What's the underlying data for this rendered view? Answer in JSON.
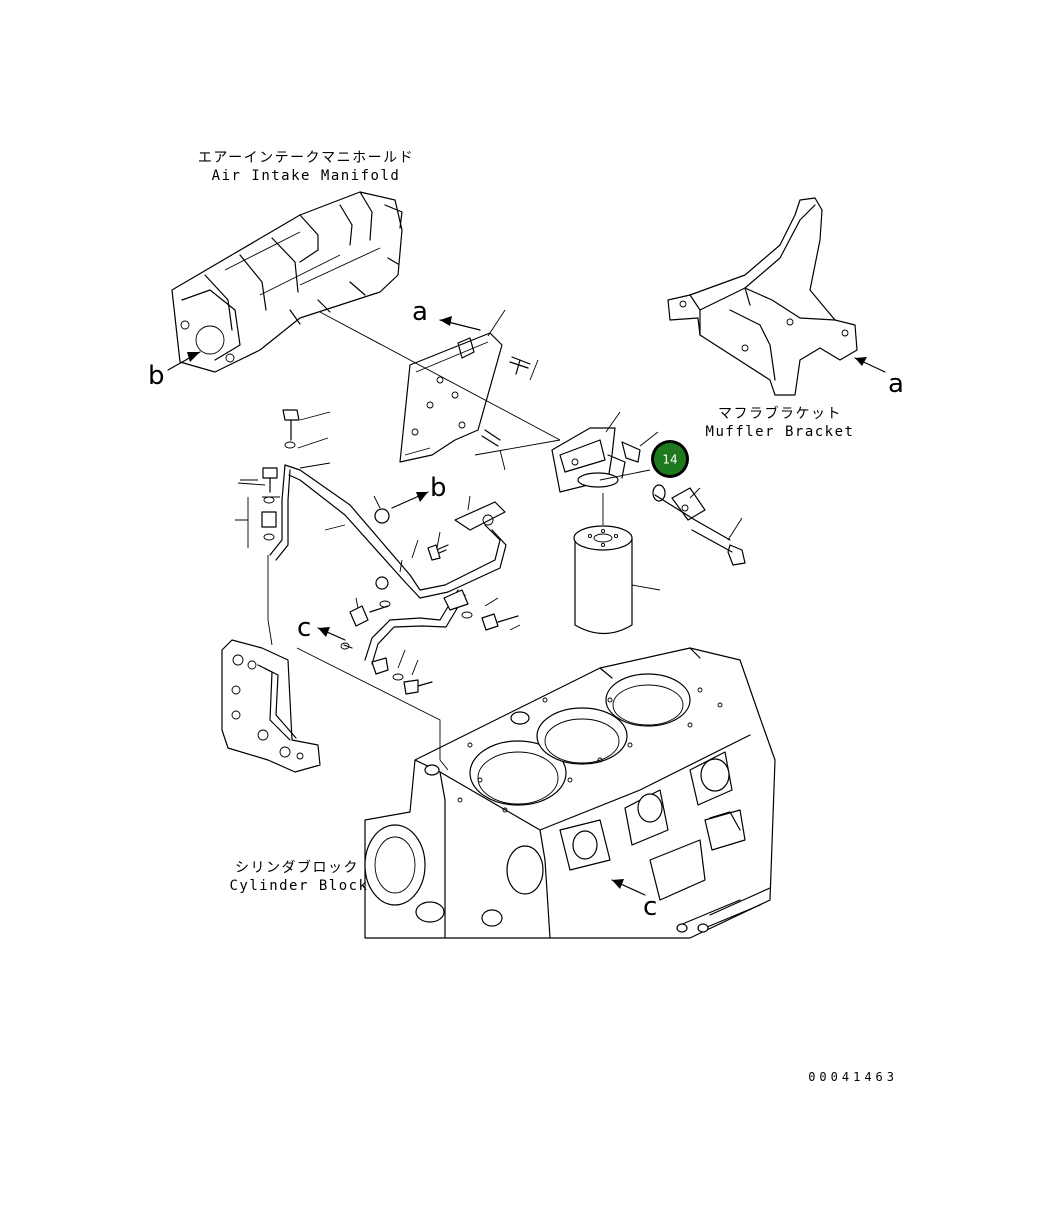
{
  "labels": {
    "air_intake_manifold_jp": "エアーインテークマニホールド",
    "air_intake_manifold_en": "Air Intake Manifold",
    "muffler_bracket_jp": "マフラブラケット",
    "muffler_bracket_en": "Muffler Bracket",
    "cylinder_block_jp": "シリンダブロック",
    "cylinder_block_en": "Cylinder Block"
  },
  "view_markers": {
    "a_left": "a",
    "a_right": "a",
    "b_left": "b",
    "b_mid": "b",
    "c_left": "c",
    "c_right": "c"
  },
  "callout": {
    "number": "14",
    "color": "#1f7a1f"
  },
  "drawing_number": "00041463"
}
